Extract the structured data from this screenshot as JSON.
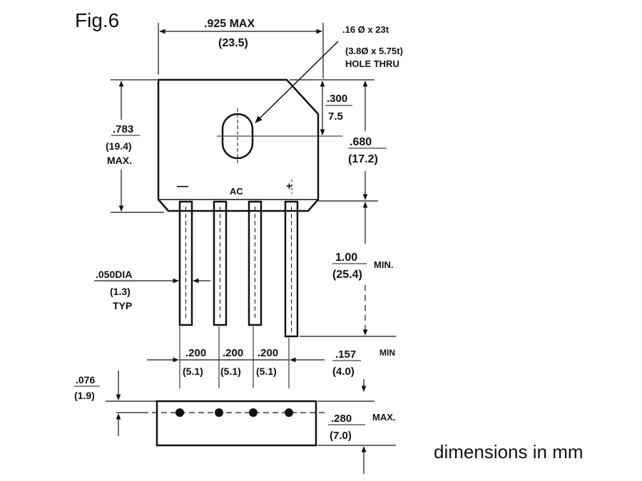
{
  "figure_label": "Fig.6",
  "footer_note": "dimensions in mm",
  "hole": {
    "size_in": ".16 Ø x 23t",
    "size_mm": "(3.8Ø x 5.75t)",
    "note": "HOLE THRU"
  },
  "pin_labels": {
    "minus": "—",
    "ac": "AC",
    "plus": "+"
  },
  "dimensions": {
    "overall_width": {
      "inch": ".925 MAX",
      "mm": "(23.5)"
    },
    "body_height": {
      "inch": ".783",
      "mm": "(19.4)",
      "suffix": "MAX."
    },
    "hole_offset": {
      "inch": ".300",
      "mm": "7.5"
    },
    "hole_to_base": {
      "inch": ".680",
      "mm": "(17.2)"
    },
    "lead_length": {
      "inch": "1.00",
      "mm": "(25.4)",
      "suffix": "MIN."
    },
    "lead_diameter": {
      "inch": ".050DIA",
      "mm": "(1.3)",
      "suffix": "TYP"
    },
    "pitch_1": {
      "inch": ".200",
      "mm": "(5.1)"
    },
    "pitch_2": {
      "inch": ".200",
      "mm": "(5.1)"
    },
    "pitch_3": {
      "inch": ".200",
      "mm": "(5.1)"
    },
    "end_lead": {
      "inch": ".157",
      "mm": "(4.0)",
      "suffix": "MIN"
    },
    "lead_inset": {
      "inch": ".076",
      "mm": "(1.9)"
    },
    "thickness": {
      "inch": ".280",
      "mm": "(7.0)",
      "suffix": "MAX."
    }
  }
}
